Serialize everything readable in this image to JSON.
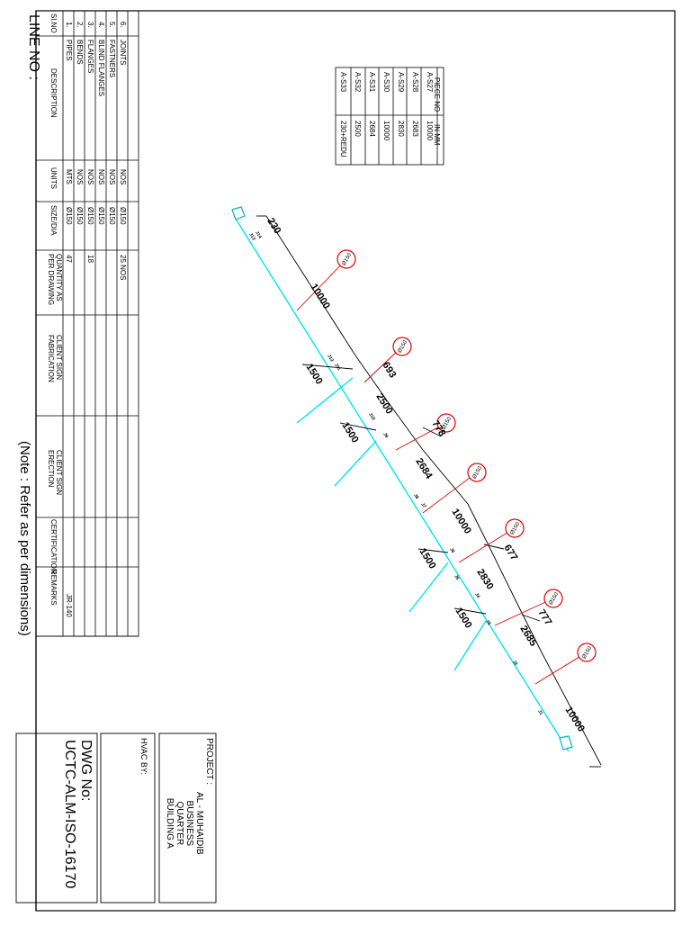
{
  "bom": {
    "headers": {
      "slno": "SI.NO",
      "description": "DESCRIPTION",
      "units": "UNITS",
      "size": "SIZE/DIA",
      "quantity": [
        "QUANTITY AS",
        "PER DRAWING"
      ],
      "fabrication": [
        "CLIENT SIGN",
        "FABRICATION"
      ],
      "erection": [
        "CLIENT SIGN",
        "ERECTION"
      ],
      "certification": "CERTIFICATION",
      "remarks": "REMARKS"
    },
    "rows": [
      {
        "slno": "1.",
        "description": "PIPES",
        "units": "MTS",
        "size": "Ø150",
        "quantity": "47",
        "remarks": "JR-140"
      },
      {
        "slno": "2.",
        "description": "BENDS",
        "units": "NOS",
        "size": "Ø150",
        "quantity": "",
        "remarks": ""
      },
      {
        "slno": "3.",
        "description": "FLANGES",
        "units": "NOS",
        "size": "Ø150",
        "quantity": "18",
        "remarks": ""
      },
      {
        "slno": "4.",
        "description": "BLIND FLANGES",
        "units": "NOS",
        "size": "Ø150",
        "quantity": "",
        "remarks": ""
      },
      {
        "slno": "5.",
        "description": "FASTNERS",
        "units": "NOS",
        "size": "Ø150",
        "quantity": "",
        "remarks": ""
      },
      {
        "slno": "6.",
        "description": "JOINTS",
        "units": "NOS",
        "size": "Ø150",
        "quantity": "25 NOS",
        "remarks": ""
      }
    ]
  },
  "line_no": "LINE NO :",
  "note": "(Note : Refer as per dimensions)",
  "piece_table": {
    "headers": [
      "PIECE NO",
      "IN MM"
    ],
    "rows": [
      [
        "A-S27",
        "10000"
      ],
      [
        "A-S28",
        "2683"
      ],
      [
        "A-S29",
        "2830"
      ],
      [
        "A-S30",
        "10000"
      ],
      [
        "A-S31",
        "2684"
      ],
      [
        "A-S32",
        "2500"
      ],
      [
        "A-S33",
        "230+REDU"
      ]
    ]
  },
  "project": {
    "label": "PROJECT :",
    "lines": [
      "AL  -  MUHAIDIB",
      "BUSINESS",
      "QUARTER",
      "BUILDING A"
    ]
  },
  "hvac_by": "HVAC BY:",
  "dwg": {
    "label": "DWG No:",
    "number": "UCTC-ALM-ISO-16170"
  },
  "drawing": {
    "pipe_color": "#00e5ee",
    "bubble_color": "#dd0000",
    "dimensions": [
      "230",
      "10000",
      "693",
      "2500",
      "778",
      "2684",
      "10000",
      "677",
      "2830",
      "777",
      "2685",
      "10000"
    ],
    "branch_dims": [
      "1500",
      "1500",
      "1500",
      "1500"
    ],
    "bubbles": [
      "Ø150",
      "Ø150",
      "Ø150",
      "Ø150",
      "Ø150",
      "Ø150",
      "Ø150",
      "Ø150"
    ],
    "joints": [
      "J14",
      "J13",
      "J12",
      "J11",
      "J10",
      "J9",
      "J8",
      "J7",
      "J6",
      "J5",
      "J4",
      "J3",
      "J2",
      "J1"
    ]
  }
}
